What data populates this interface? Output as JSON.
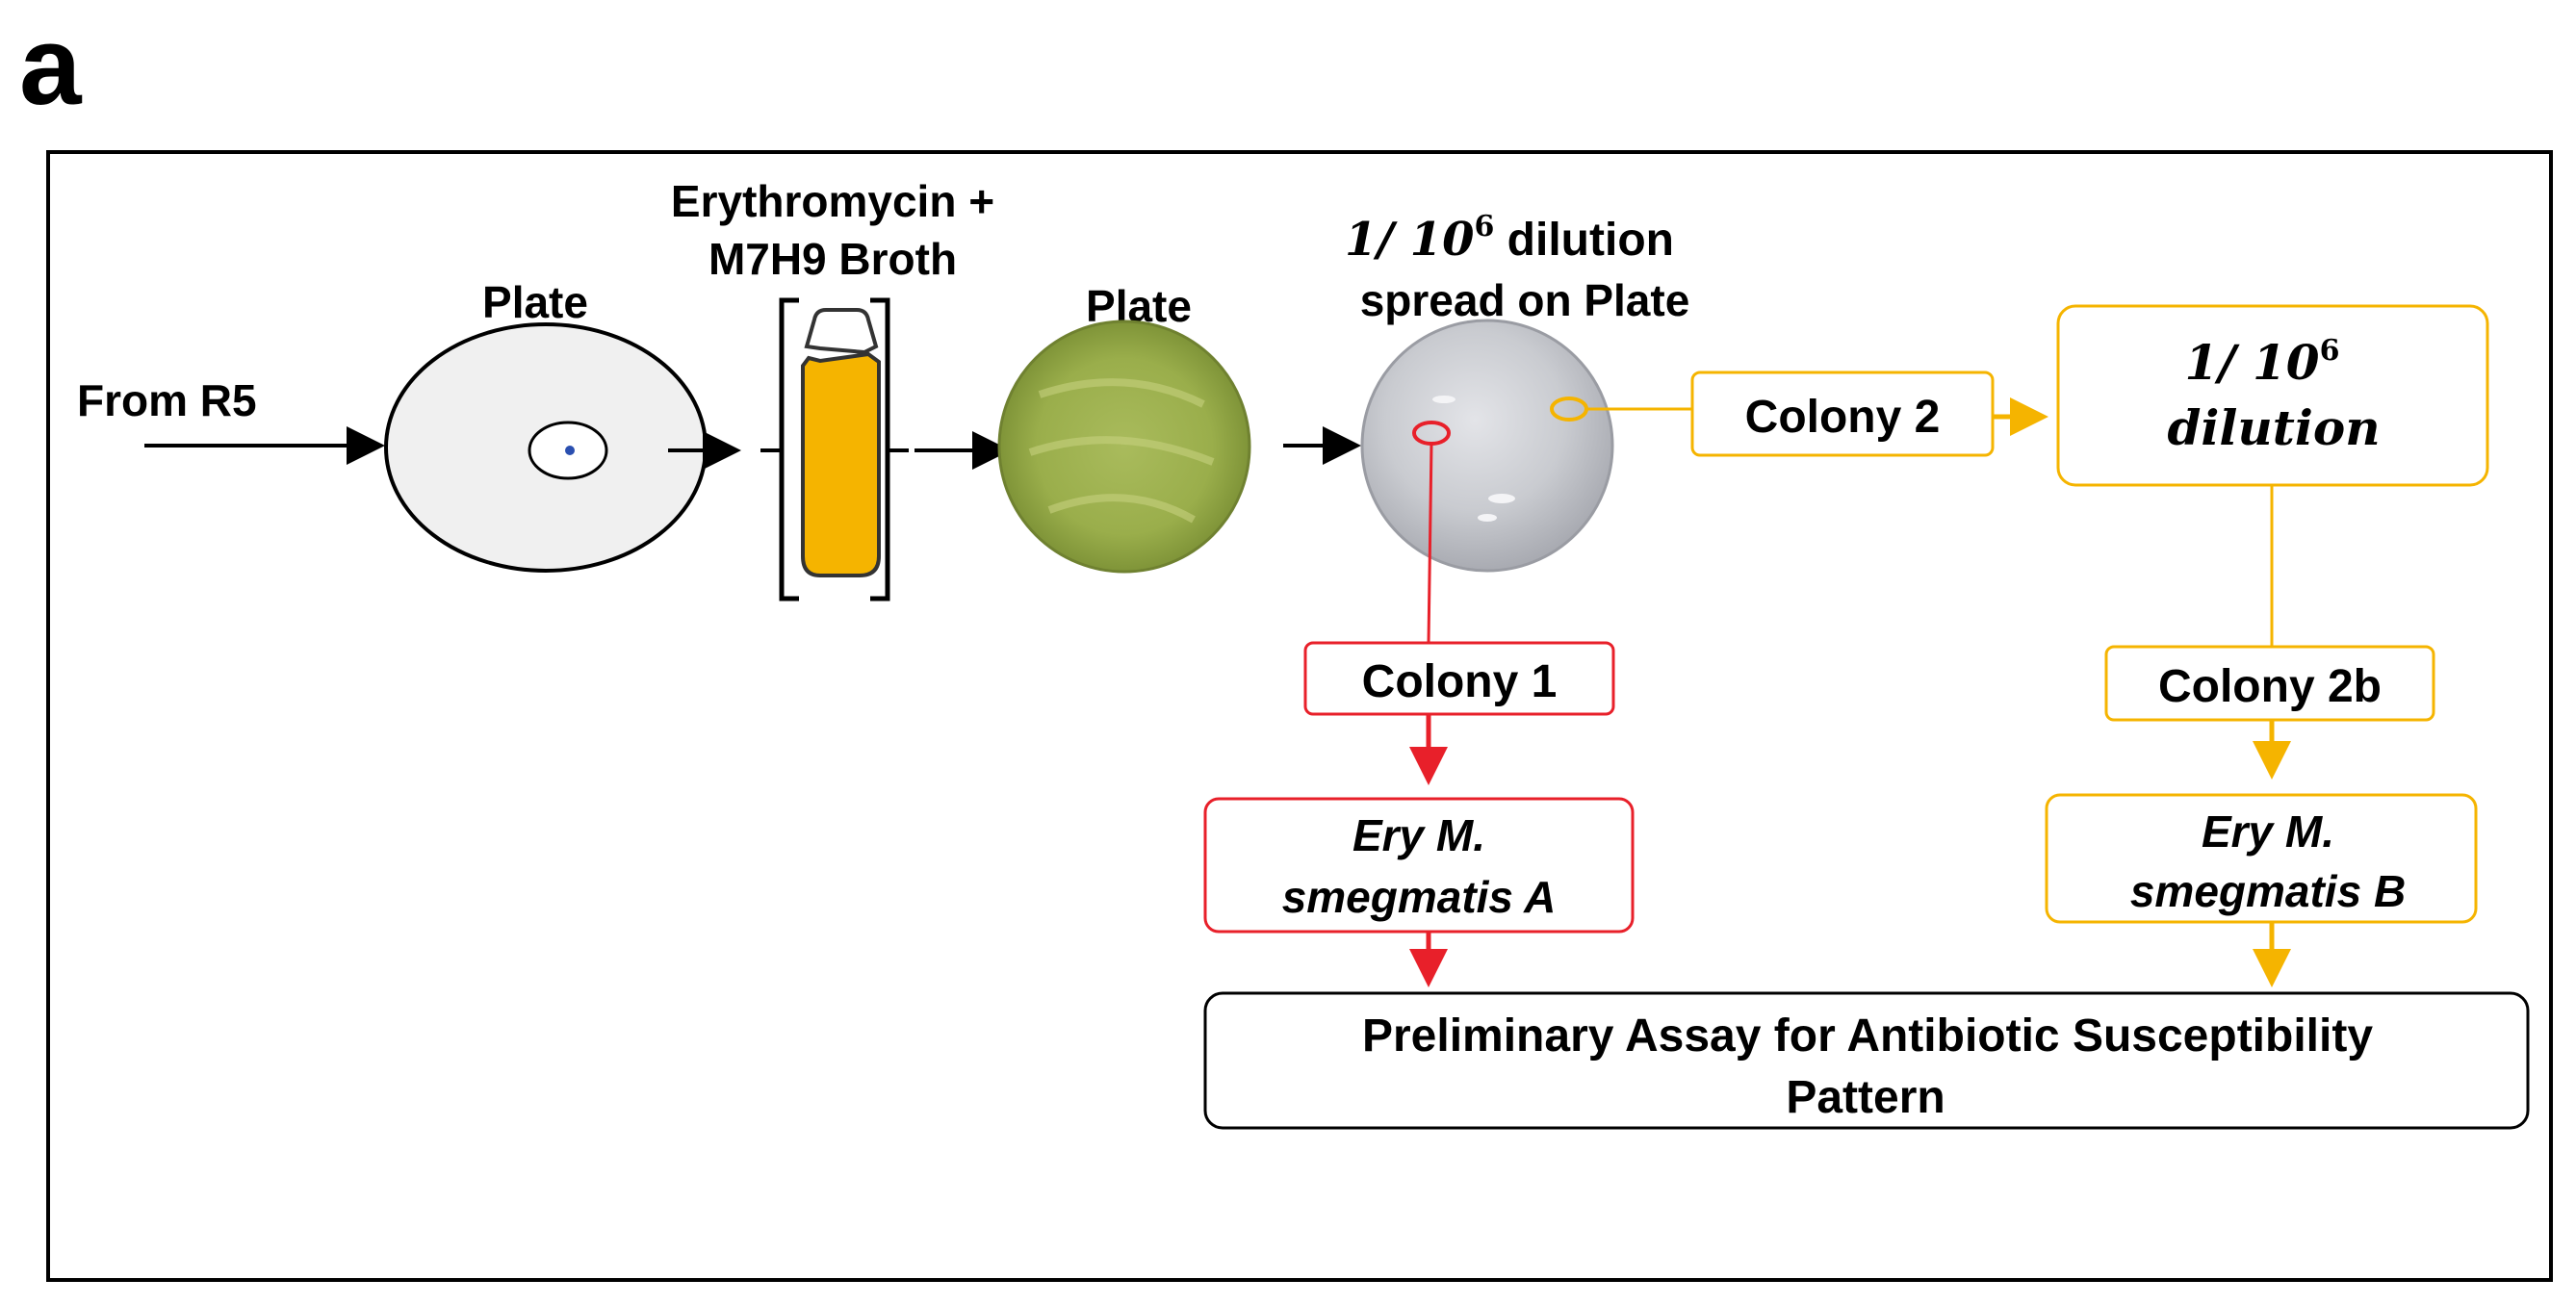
{
  "panel_label": "a",
  "steps": {
    "source": "From R5",
    "plate1_label": "Plate",
    "broth_label_line1": "Erythromycin +",
    "broth_label_line2": "M7H9 Broth",
    "plate2_label": "Plate",
    "dilution_label_prefix": "1/ 10",
    "dilution_label_exp": "6",
    "dilution_label_suffix": " dilution",
    "dilution_label_line2": "spread on Plate"
  },
  "branch_a": {
    "colony_label": "Colony 1",
    "strain_line1": "Ery M.",
    "strain_line2": "smegmatis A"
  },
  "branch_b": {
    "colony_label": "Colony 2",
    "dilution_line1_prefix": "1/ 10",
    "dilution_line1_exp": "6",
    "dilution_line2": "dilution",
    "colony_b_label": "Colony 2b",
    "strain_line1": "Ery M.",
    "strain_line2": "smegmatis B"
  },
  "final": {
    "line1": "Preliminary Assay for Antibiotic Susceptibility",
    "line2": "Pattern"
  },
  "colors": {
    "branch_a": "#e8202a",
    "branch_b": "#f5b400",
    "outline": "#000000",
    "broth": "#f5b400",
    "plate_green": "#9db04e",
    "plate_gray": "#c7c9cf"
  }
}
